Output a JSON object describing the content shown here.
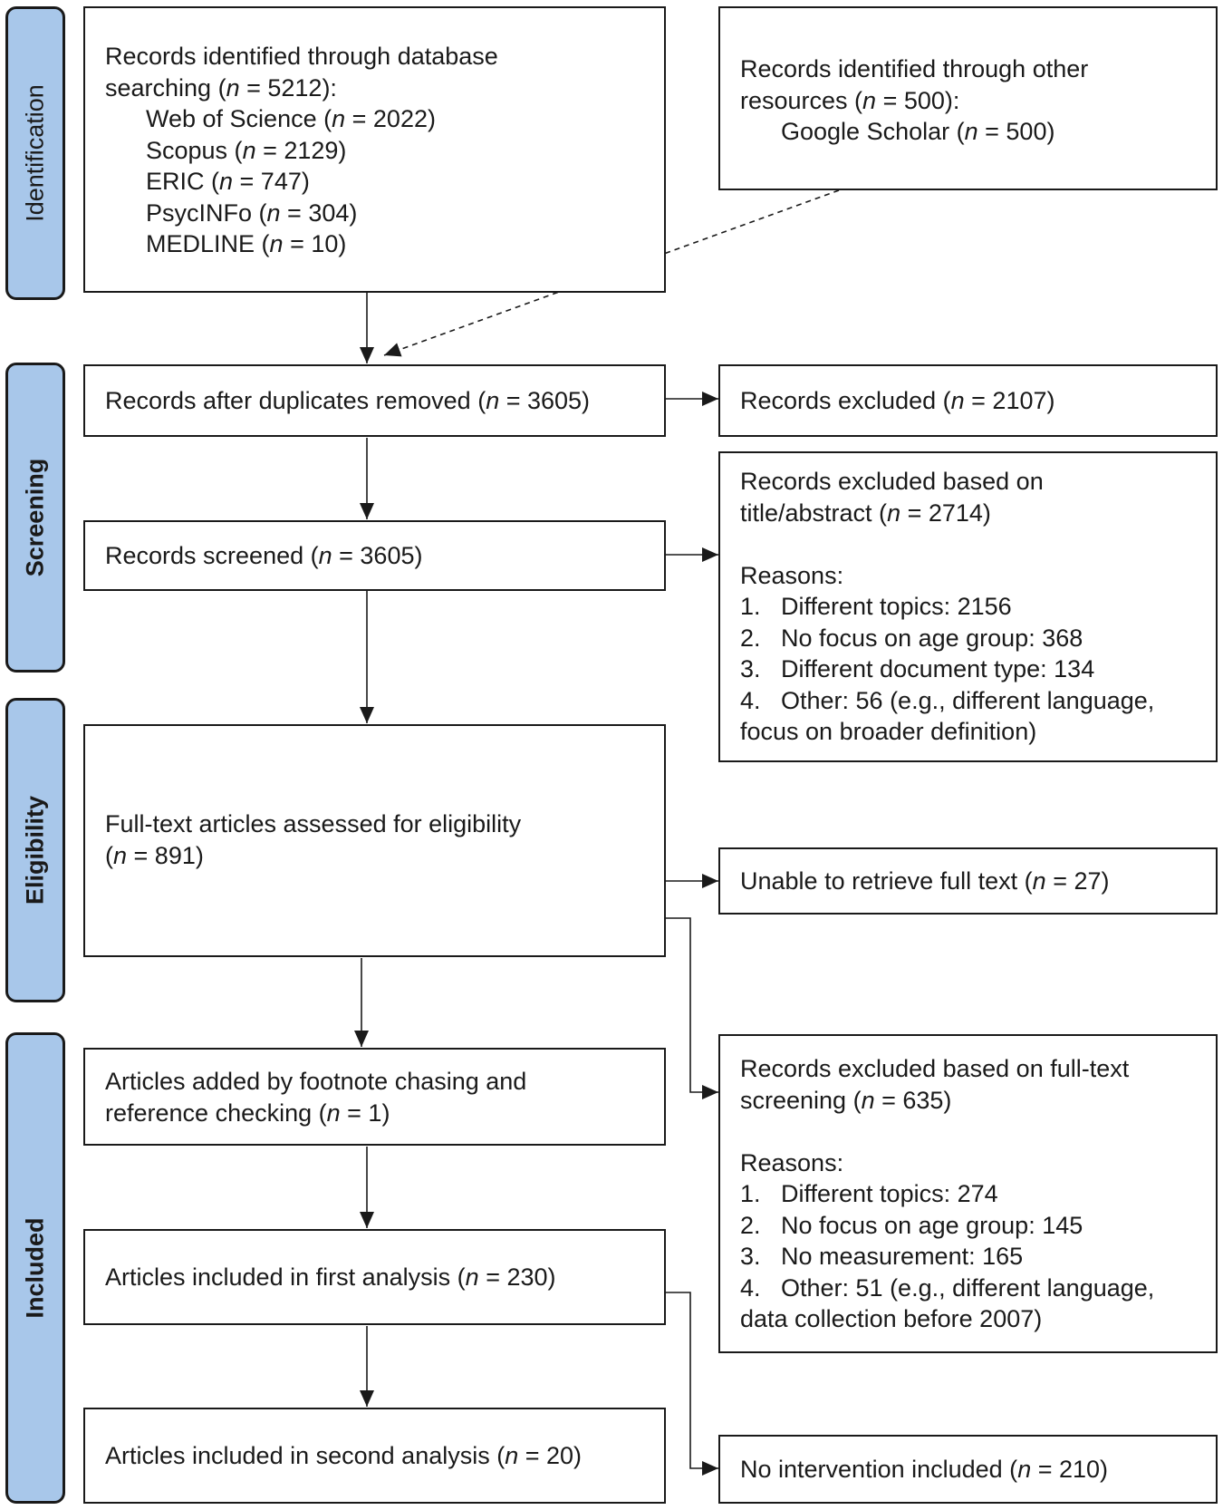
{
  "phases": {
    "identification": "Identification",
    "screening": "Screening",
    "eligibility": "Eligibility",
    "included": "Included"
  },
  "boxes": {
    "db_search": {
      "line1": "Records identified through database",
      "line2_pre": "searching (",
      "n": "n",
      "line2_post": " = 5212):",
      "sources": [
        {
          "name": "Web of Science (",
          "value": " = 2022)"
        },
        {
          "name": "Scopus (",
          "value": " = 2129)"
        },
        {
          "name": "ERIC (",
          "value": " = 747)"
        },
        {
          "name": "PsycINFo (",
          "value": " = 304)"
        },
        {
          "name": "MEDLINE (",
          "value": " = 10)"
        }
      ]
    },
    "other_resources": {
      "line1": "Records identified through other",
      "line2_pre": "resources (",
      "line2_post": " = 500):",
      "source_name": "Google Scholar (",
      "source_value": " = 500)"
    },
    "after_duplicates": {
      "pre": "Records after duplicates removed (",
      "post": " = 3605)"
    },
    "records_excluded": {
      "pre": "Records excluded (",
      "post": " = 2107)"
    },
    "records_screened": {
      "pre": "Records screened (",
      "post": " = 3605)"
    },
    "excluded_title_abstract": {
      "line1": "Records excluded based on",
      "line2_pre": "title/abstract (",
      "line2_post": " = 2714)",
      "reasons_label": "Reasons:",
      "reasons": [
        {
          "num": "1.",
          "text": "Different topics: 2156"
        },
        {
          "num": "2.",
          "text": "No focus on age group: 368"
        },
        {
          "num": "3.",
          "text": "Different document type: 134"
        },
        {
          "num": "4.",
          "text": "Other: 56 (e.g., different language,",
          "cont": "focus on broader definition)"
        }
      ]
    },
    "full_text_assessed": {
      "line1": "Full-text articles assessed for eligibility",
      "line2_pre": "(",
      "line2_post": " = 891)"
    },
    "unable_retrieve": {
      "pre": "Unable to retrieve full text (",
      "post": " = 27)"
    },
    "excluded_full_text": {
      "line1": "Records excluded based on full-text",
      "line2_pre": "screening (",
      "line2_post": " = 635)",
      "reasons_label": "Reasons:",
      "reasons": [
        {
          "num": "1.",
          "text": "Different topics: 274"
        },
        {
          "num": "2.",
          "text": "No focus on age group: 145"
        },
        {
          "num": "3.",
          "text": "No measurement: 165"
        },
        {
          "num": "4.",
          "text": "Other: 51 (e.g., different language,",
          "cont": "data collection before 2007)"
        }
      ]
    },
    "footnote_chasing": {
      "line1": "Articles added by footnote chasing and",
      "line2_pre": "reference checking (",
      "line2_post": " = 1)"
    },
    "first_analysis": {
      "pre": "Articles included in first analysis (",
      "post": " = 230)"
    },
    "second_analysis": {
      "pre": "Articles included in second analysis (",
      "post": " = 20)"
    },
    "no_intervention": {
      "pre": "No intervention included (",
      "post": " = 210)"
    }
  }
}
